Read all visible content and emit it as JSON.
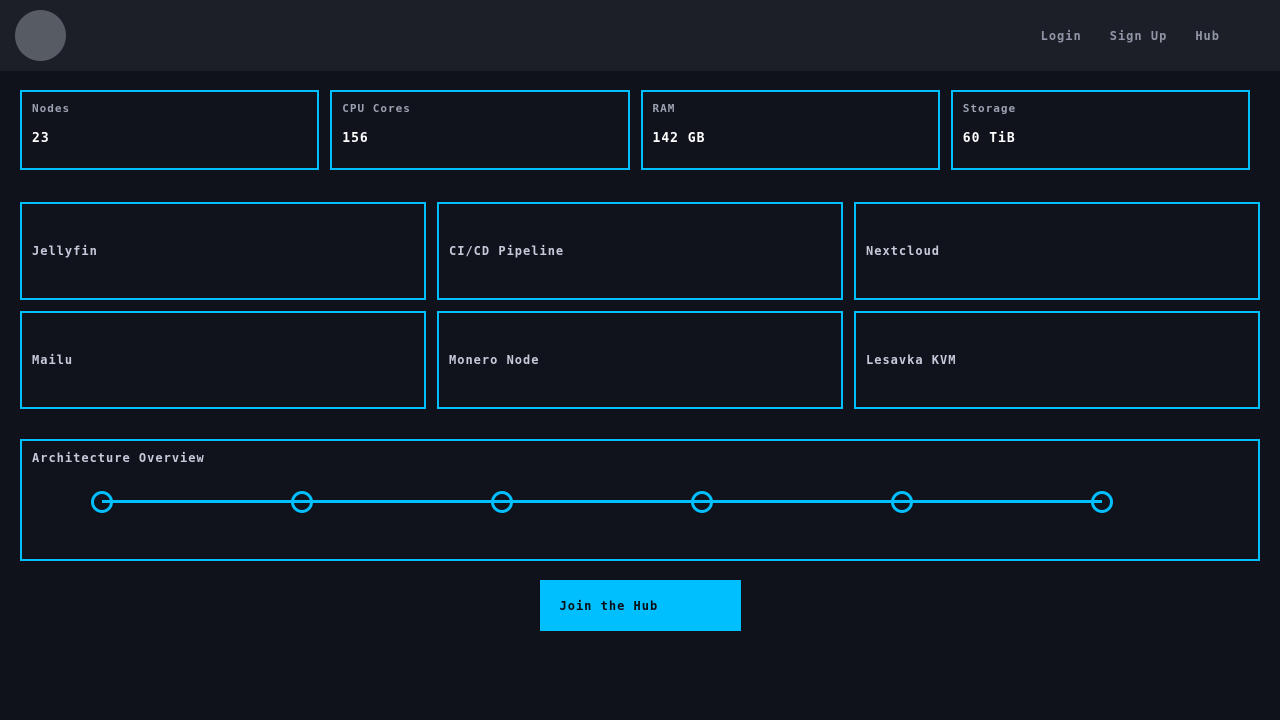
{
  "header": {
    "nav": [
      {
        "label": "Login"
      },
      {
        "label": "Sign Up"
      },
      {
        "label": "Hub"
      }
    ]
  },
  "stats": [
    {
      "label": "Nodes",
      "value": "23"
    },
    {
      "label": "CPU Cores",
      "value": "156"
    },
    {
      "label": "RAM",
      "value": "142 GB"
    },
    {
      "label": "Storage",
      "value": "60 TiB"
    }
  ],
  "services": [
    {
      "name": "Jellyfin"
    },
    {
      "name": "CI/CD Pipeline"
    },
    {
      "name": "Nextcloud"
    },
    {
      "name": "Mailu"
    },
    {
      "name": "Monero Node"
    },
    {
      "name": "Lesavka KVM"
    }
  ],
  "architecture": {
    "title": "Architecture Overview",
    "node_count": 6
  },
  "cta": {
    "label": "Join the Hub"
  },
  "colors": {
    "accent": "#00bfff",
    "page-bg": "#0f121a",
    "header-bg": "#1d1f28",
    "card-bg": "#10131b",
    "muted": "#9ba1b1",
    "card-title": "#c5c9da",
    "avatar": "#565b64"
  }
}
